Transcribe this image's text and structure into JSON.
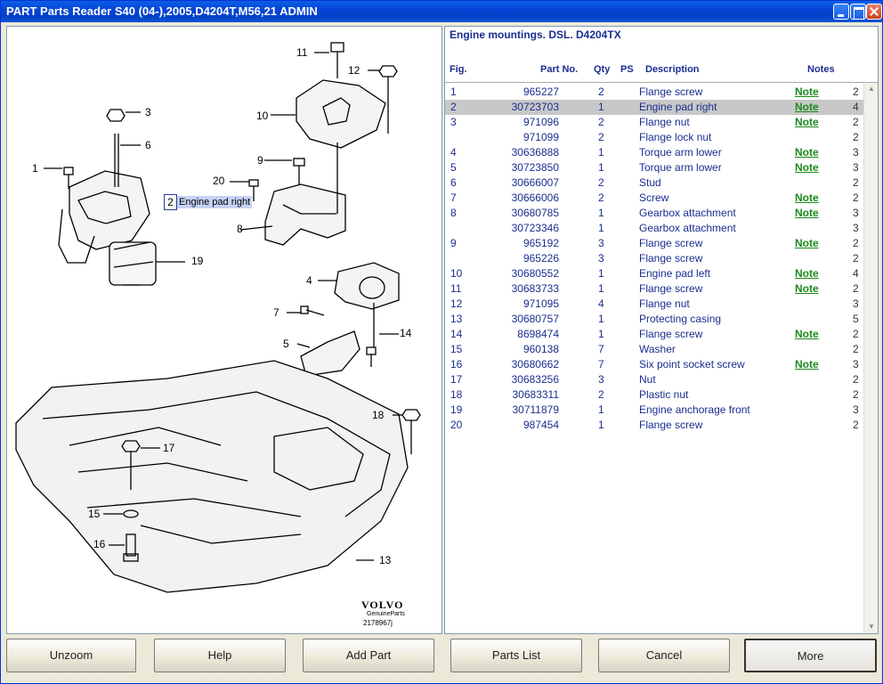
{
  "window": {
    "title": "PART Parts Reader S40 (04-),2005,D4204T,M56,21 ADMIN"
  },
  "diagram": {
    "callouts": [
      "1",
      "2",
      "3",
      "4",
      "5",
      "6",
      "7",
      "8",
      "9",
      "10",
      "11",
      "12",
      "13",
      "14",
      "15",
      "16",
      "17",
      "18",
      "19",
      "20"
    ],
    "highlight_num": "2",
    "highlight_label": "Engine pad right",
    "logo_text": "VOLVO",
    "logo_sub": "GenuineParts",
    "drawing_number": "2178967j"
  },
  "panel": {
    "title": "Engine mountings. DSL. D4204TX",
    "headers": {
      "fig": "Fig.",
      "part": "Part No.",
      "qty": "Qty",
      "ps": "PS",
      "desc": "Description",
      "notes": "Notes"
    },
    "rows": [
      {
        "fig": "1",
        "part": "965227",
        "qty": "2",
        "desc": "Flange screw",
        "note": "Note",
        "extra": "2"
      },
      {
        "fig": "2",
        "part": "30723703",
        "qty": "1",
        "desc": "Engine pad right",
        "note": "Note",
        "extra": "4"
      },
      {
        "fig": "3",
        "part": "971096",
        "qty": "2",
        "desc": "Flange nut",
        "note": "Note",
        "extra": "2"
      },
      {
        "fig": "",
        "part": "971099",
        "qty": "2",
        "desc": "Flange lock nut",
        "note": "",
        "extra": "2"
      },
      {
        "fig": "4",
        "part": "30636888",
        "qty": "1",
        "desc": "Torque arm lower",
        "note": "Note",
        "extra": "3"
      },
      {
        "fig": "5",
        "part": "30723850",
        "qty": "1",
        "desc": "Torque arm lower",
        "note": "Note",
        "extra": "3"
      },
      {
        "fig": "6",
        "part": "30666007",
        "qty": "2",
        "desc": "Stud",
        "note": "",
        "extra": "2"
      },
      {
        "fig": "7",
        "part": "30666006",
        "qty": "2",
        "desc": "Screw",
        "note": "Note",
        "extra": "2"
      },
      {
        "fig": "8",
        "part": "30680785",
        "qty": "1",
        "desc": "Gearbox attachment",
        "note": "Note",
        "extra": "3"
      },
      {
        "fig": "",
        "part": "30723346",
        "qty": "1",
        "desc": "Gearbox attachment",
        "note": "",
        "extra": "3"
      },
      {
        "fig": "9",
        "part": "965192",
        "qty": "3",
        "desc": "Flange screw",
        "note": "Note",
        "extra": "2"
      },
      {
        "fig": "",
        "part": "965226",
        "qty": "3",
        "desc": "Flange screw",
        "note": "",
        "extra": "2"
      },
      {
        "fig": "10",
        "part": "30680552",
        "qty": "1",
        "desc": "Engine pad left",
        "note": "Note",
        "extra": "4"
      },
      {
        "fig": "11",
        "part": "30683733",
        "qty": "1",
        "desc": "Flange screw",
        "note": "Note",
        "extra": "2"
      },
      {
        "fig": "12",
        "part": "971095",
        "qty": "4",
        "desc": "Flange nut",
        "note": "",
        "extra": "3"
      },
      {
        "fig": "13",
        "part": "30680757",
        "qty": "1",
        "desc": "Protecting casing",
        "note": "",
        "extra": "5"
      },
      {
        "fig": "14",
        "part": "8698474",
        "qty": "1",
        "desc": "Flange screw",
        "note": "Note",
        "extra": "2"
      },
      {
        "fig": "15",
        "part": "960138",
        "qty": "7",
        "desc": "Washer",
        "note": "",
        "extra": "2"
      },
      {
        "fig": "16",
        "part": "30680662",
        "qty": "7",
        "desc": "Six point socket screw",
        "note": "Note",
        "extra": "3"
      },
      {
        "fig": "17",
        "part": "30683256",
        "qty": "3",
        "desc": "Nut",
        "note": "",
        "extra": "2"
      },
      {
        "fig": "18",
        "part": "30683311",
        "qty": "2",
        "desc": "Plastic nut",
        "note": "",
        "extra": "2"
      },
      {
        "fig": "19",
        "part": "30711879",
        "qty": "1",
        "desc": "Engine anchorage front",
        "note": "",
        "extra": "3"
      },
      {
        "fig": "20",
        "part": "987454",
        "qty": "1",
        "desc": "Flange screw",
        "note": "",
        "extra": "2"
      }
    ],
    "selected_row": 1
  },
  "buttons": {
    "unzoom": "Unzoom",
    "help": "Help",
    "add_part": "Add Part",
    "parts_list": "Parts List",
    "cancel": "Cancel",
    "more": "More"
  },
  "colors": {
    "title_bar": "#0546d7",
    "link_blue": "#1a2d8f",
    "note_green": "#1a8a1a",
    "selected_row": "#c8c8c8"
  }
}
